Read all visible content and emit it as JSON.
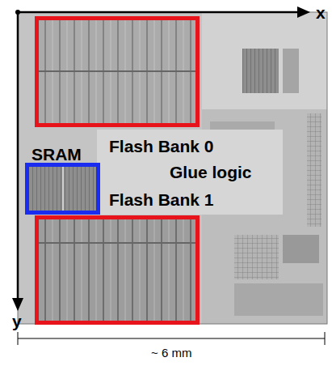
{
  "diagram": {
    "nodes": [
      {
        "text": [
          "Flash Bank 0"
        ]
      },
      {
        "text": [
          "SRAM"
        ]
      },
      {
        "text": [
          "Flash Bank 1"
        ]
      }
    ],
    "labels": [
      "Glue logic",
      "x",
      "y",
      "~ 6 mm"
    ]
  }
}
